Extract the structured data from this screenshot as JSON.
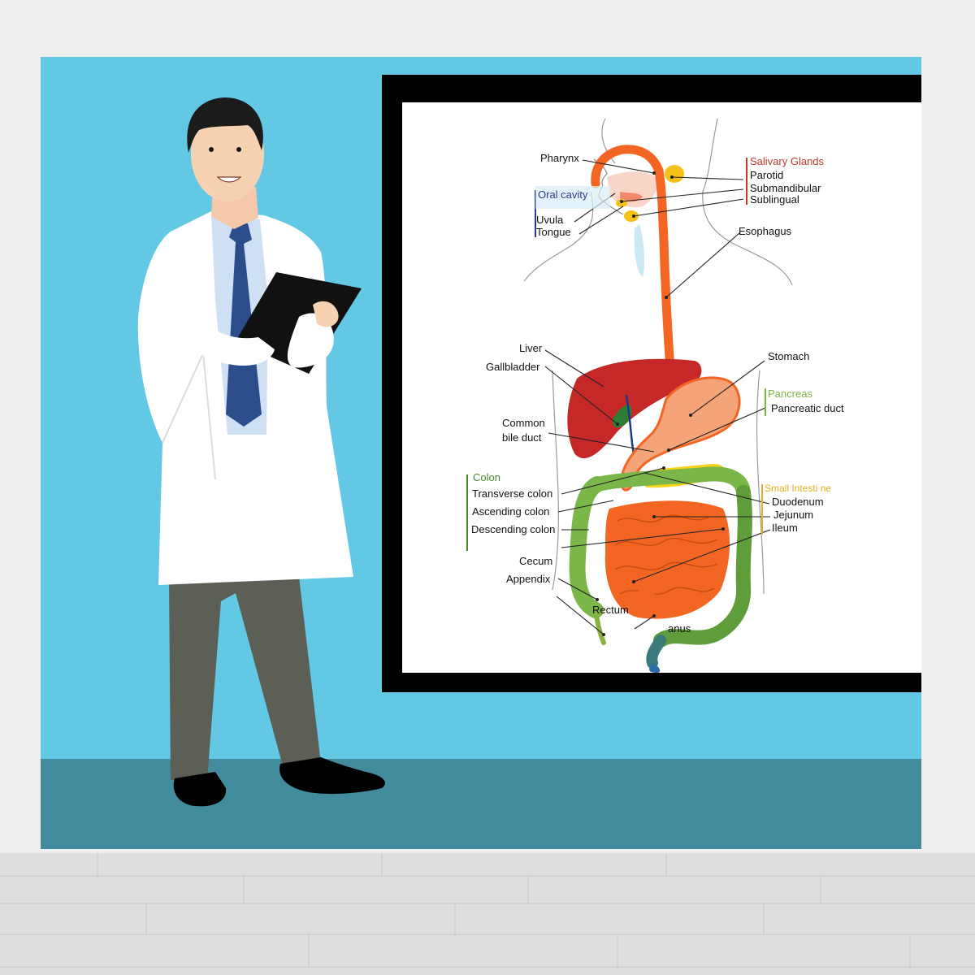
{
  "diagram": {
    "labels": {
      "pharynx": "Pharynx",
      "oral_cavity": "Oral cavity",
      "uvula": "Uvula",
      "tongue": "Tongue",
      "salivary_glands": "Salivary Glands",
      "parotid": "Parotid",
      "submandibular": "Submandibular",
      "sublingual": "Sublingual",
      "esophagus": "Esophagus",
      "liver": "Liver",
      "gallbladder": "Gallbladder",
      "common": "Common",
      "bile_duct": "bile duct",
      "stomach": "Stomach",
      "pancreas": "Pancreas",
      "pancreatic_duct": "Pancreatic duct",
      "colon": "Colon",
      "transverse_colon": "Transverse colon",
      "ascending_colon": "Ascending colon",
      "descending_colon": "Descending colon",
      "small_intestine": "Small Intesti ne",
      "duodenum": "Duodenum",
      "jejunum": "Jejunum",
      "ileum": "Ileum",
      "cecum": "Cecum",
      "appendix": "Appendix",
      "rectum": "Rectum",
      "anus": "anus"
    },
    "colors": {
      "salivary_glands": "#c0392b",
      "oral_cavity": "#2b3a8c",
      "pancreas": "#7cb342",
      "colon": "#4a8a2a",
      "small_intestine": "#e0b020",
      "organ_orange": "#f26522",
      "liver": "#c62828",
      "colon_green": "#7ab648"
    }
  },
  "scene": {
    "wall_color": "#62c8e4",
    "floor_band_color": "#438c9e",
    "coat_color": "#ffffff",
    "tie_color": "#2b4d8c",
    "trousers_color": "#5b5f55",
    "clipboard_color": "#111111"
  }
}
